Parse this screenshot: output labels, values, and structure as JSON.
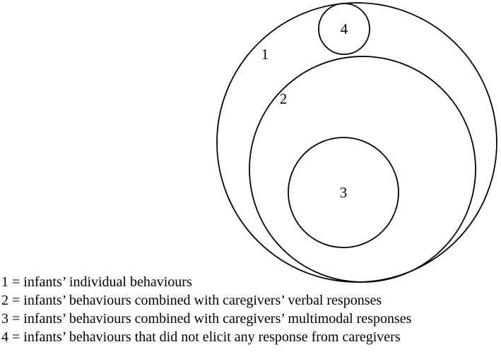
{
  "diagram": {
    "region_labels": {
      "r1": "1",
      "r2": "2",
      "r3": "3",
      "r4": "4"
    },
    "legend": [
      "1 = infants’ individual behaviours",
      "2 = infants’ behaviours combined with caregivers’ verbal responses",
      "3 = infants’ behaviours combined with caregivers’ multimodal responses",
      "4 = infants’ behaviours that did not elicit any response from caregivers"
    ],
    "stroke_color": "#000000",
    "background_color": "#ffffff"
  }
}
